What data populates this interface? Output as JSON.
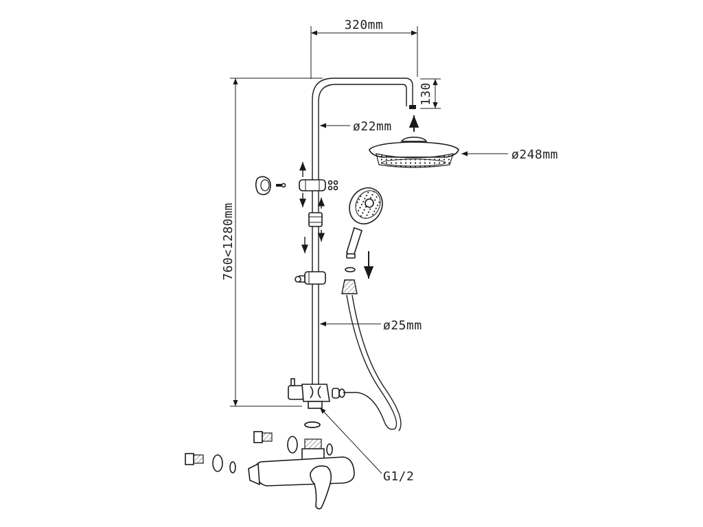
{
  "dimensions": {
    "arm_width": "320mm",
    "drop": "130",
    "riser_height": "760<1280mm",
    "top_pipe_diameter": "ø22mm",
    "head_diameter": "ø248mm",
    "riser_diameter": "ø25mm",
    "thread": "G1/2"
  },
  "colors": {
    "stroke": "#1a1a1a",
    "background": "#ffffff"
  }
}
